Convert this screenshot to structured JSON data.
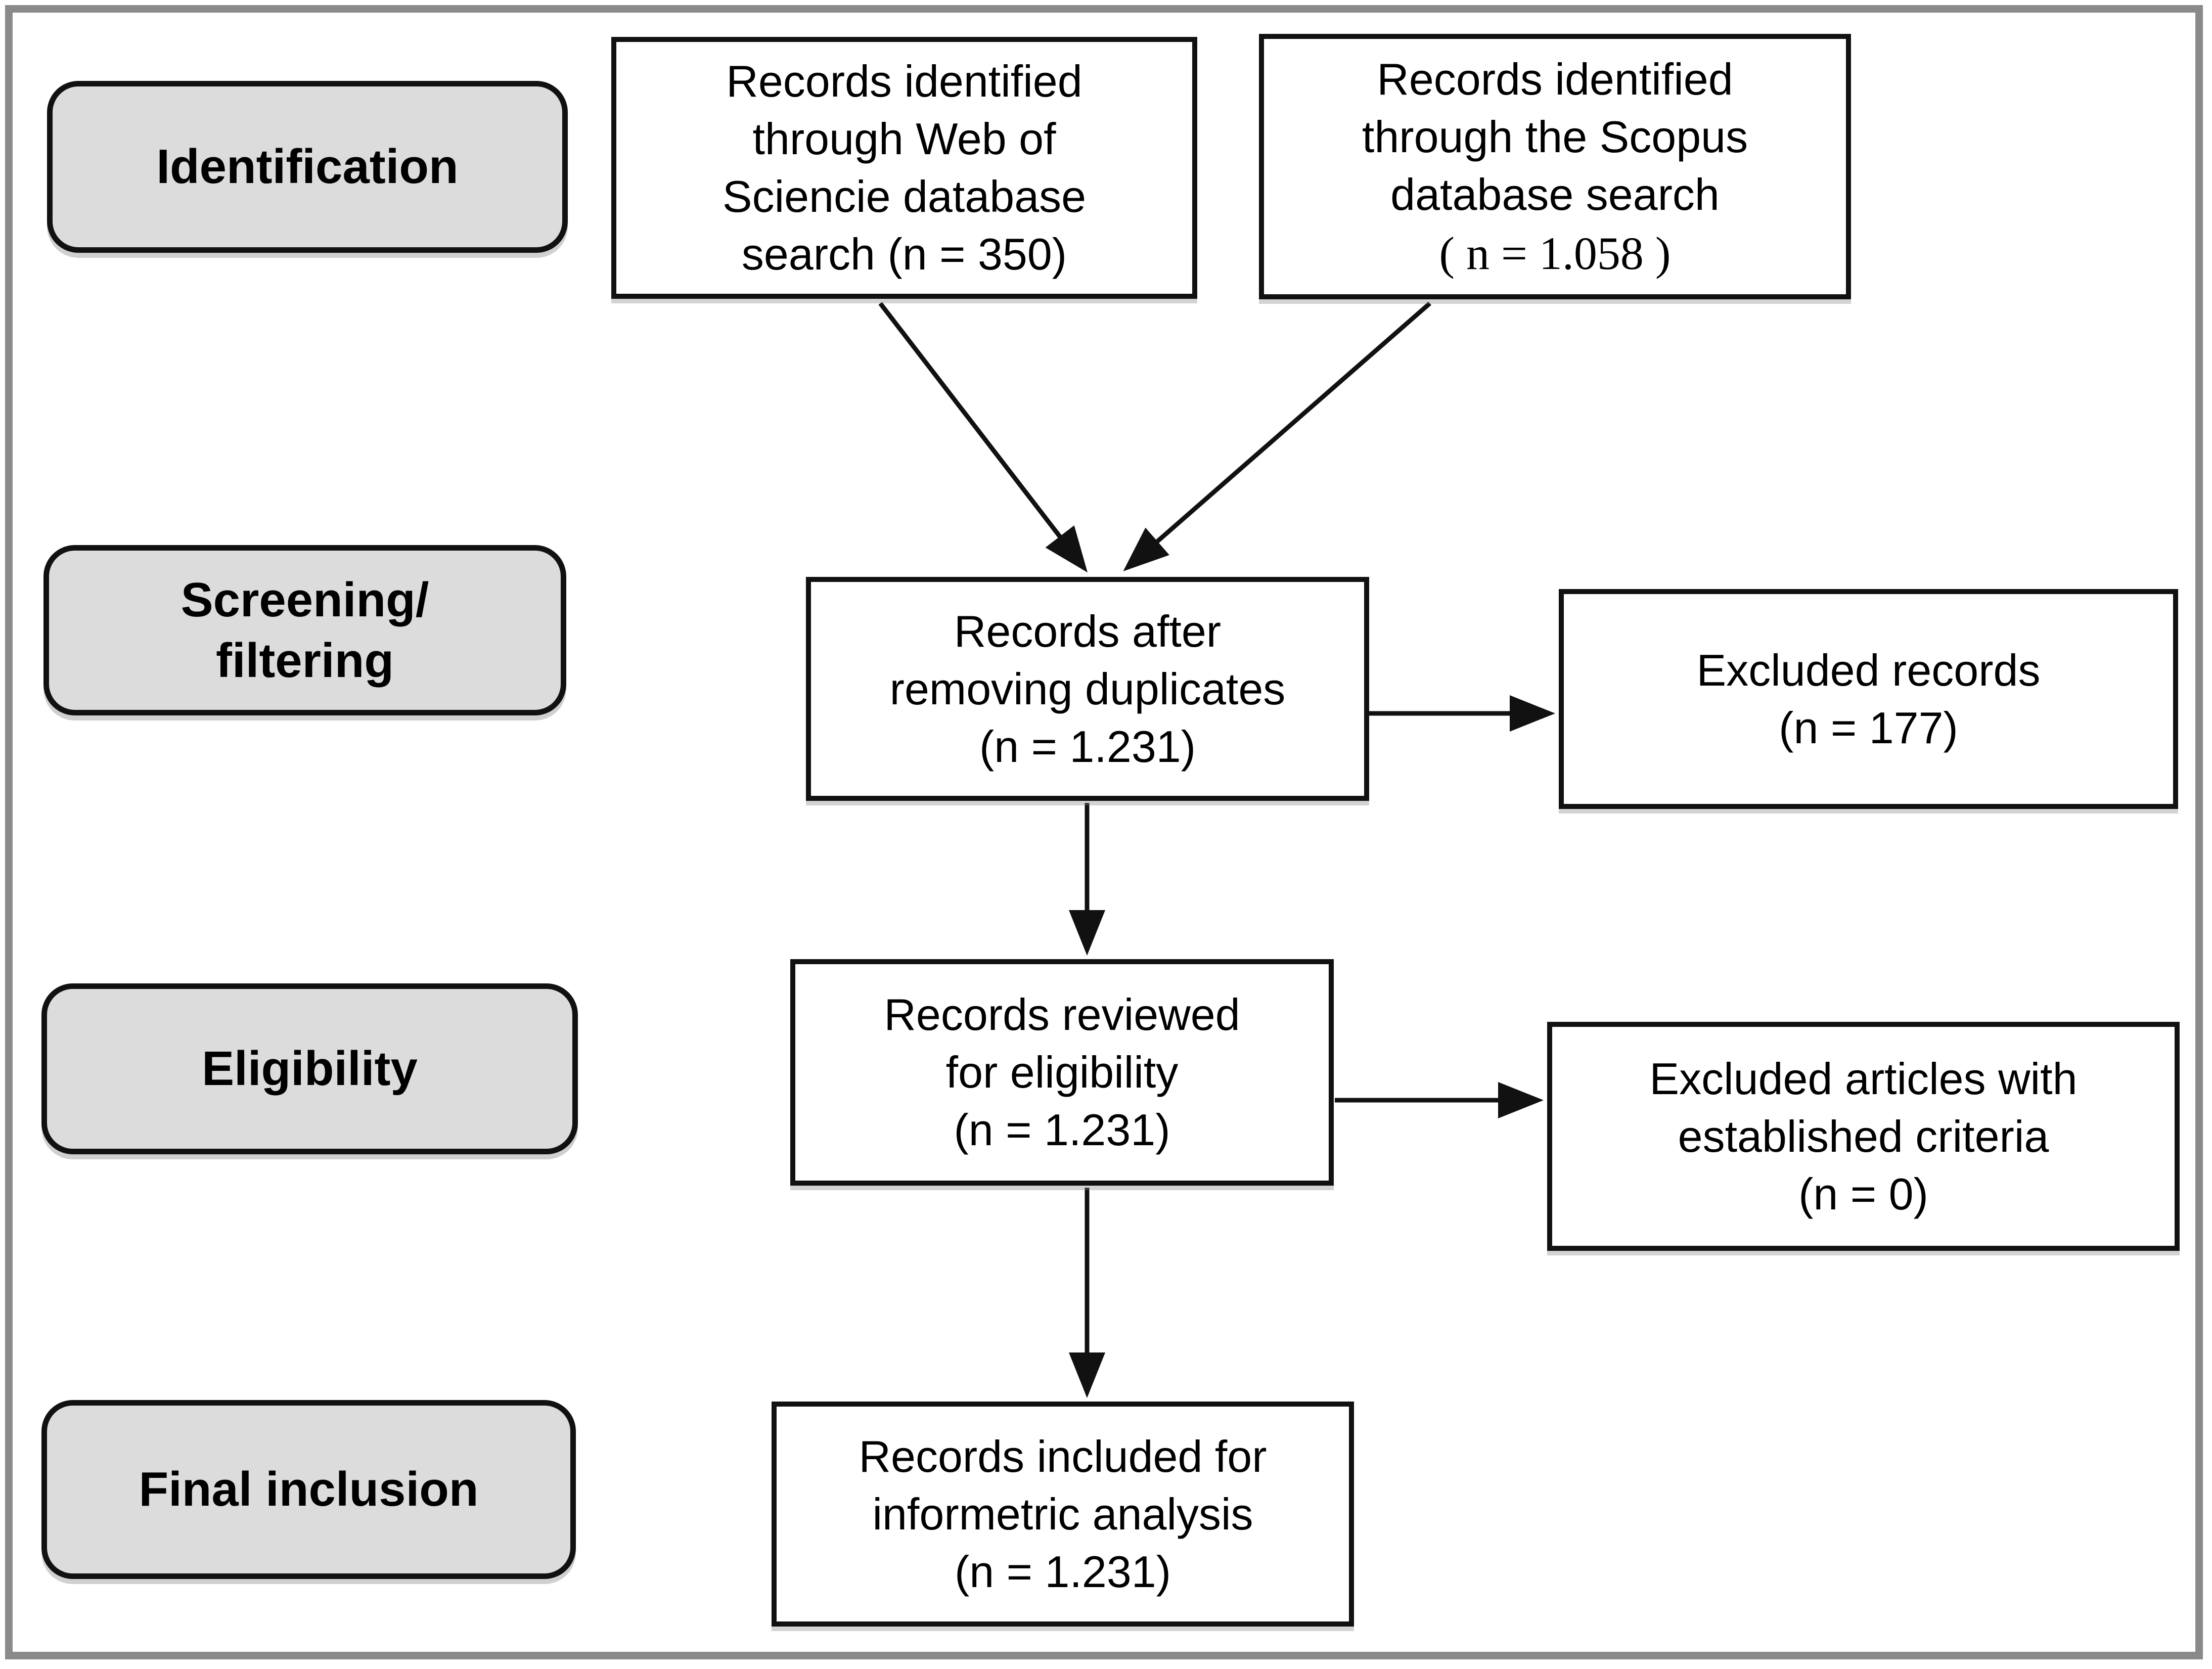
{
  "diagram": {
    "title": "PRISMA-style records selection flow diagram",
    "stages": [
      {
        "label": "Identification"
      },
      {
        "label": "Screening/\nfiltering"
      },
      {
        "label": "Eligibility"
      },
      {
        "label": "Final inclusion"
      }
    ],
    "boxes": {
      "wos": {
        "text": "Records identified\nthrough Web of\nSciencie database\nsearch (n = 350)"
      },
      "scopus": {
        "text": "Records identified\nthrough the Scopus\ndatabase search",
        "count": "( n = 1.058 )"
      },
      "duplicates": {
        "text": "Records after\nremoving duplicates\n(n = 1.231)"
      },
      "excluded_records": {
        "text": "Excluded records\n(n = 177)"
      },
      "reviewed": {
        "text": "Records reviewed\nfor eligibility\n(n = 1.231)"
      },
      "excluded_articles": {
        "text": "Excluded articles with\nestablished criteria\n(n = 0)"
      },
      "included": {
        "text": "Records included for\ninformetric analysis\n(n = 1.231)"
      }
    },
    "colors": {
      "stage_fill": "#dcdcdc",
      "box_border": "#111111",
      "frame_border": "#8a8a8a",
      "arrow": "#111111"
    }
  }
}
